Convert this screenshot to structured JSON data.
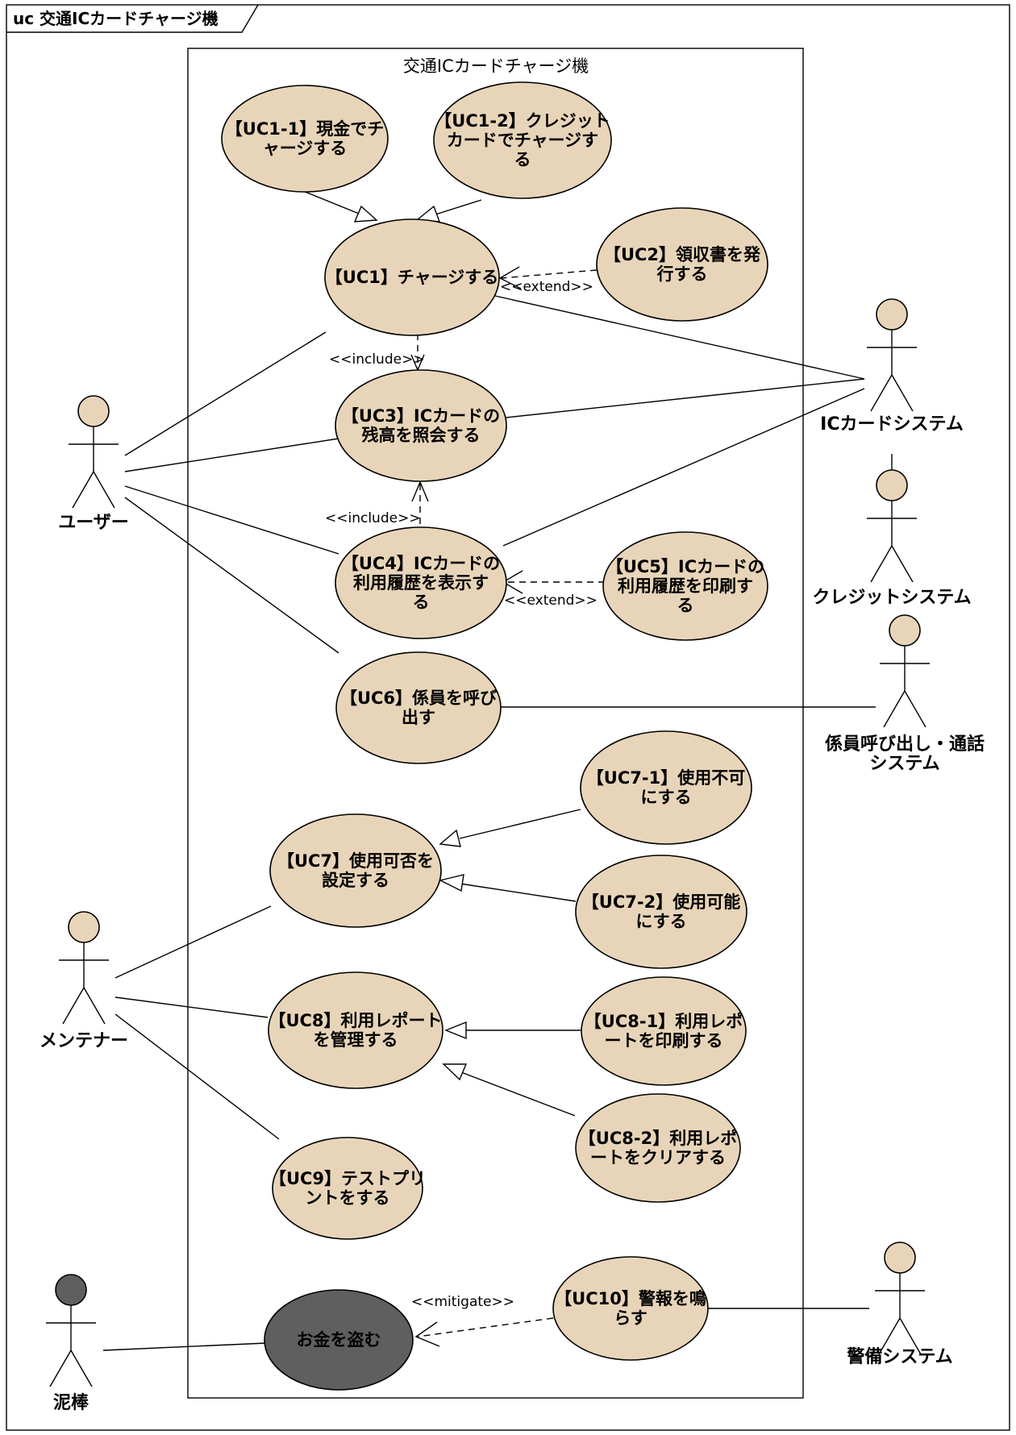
{
  "frame": {
    "title": "uc 交通ICカードチャージ機"
  },
  "system": {
    "title": "交通ICカードチャージ機"
  },
  "use_cases": {
    "uc1_1": [
      "【UC1-1】現金でチ",
      "ャージする"
    ],
    "uc1_2": [
      "【UC1-2】クレジット",
      "カードでチャージす",
      "る"
    ],
    "uc1": [
      "【UC1】チャージする"
    ],
    "uc2": [
      "【UC2】領収書を発",
      "行する"
    ],
    "uc3": [
      "【UC3】ICカードの",
      "残高を照会する"
    ],
    "uc4": [
      "【UC4】ICカードの",
      "利用履歴を表示す",
      "る"
    ],
    "uc5": [
      "【UC5】ICカードの",
      "利用履歴を印刷す",
      "る"
    ],
    "uc6": [
      "【UC6】係員を呼び",
      "出す"
    ],
    "uc7_1": [
      "【UC7-1】使用不可",
      "にする"
    ],
    "uc7": [
      "【UC7】使用可否を",
      "設定する"
    ],
    "uc7_2": [
      "【UC7-2】使用可能",
      "にする"
    ],
    "uc8": [
      "【UC8】利用レポート",
      "を管理する"
    ],
    "uc8_1": [
      "【UC8-1】利用レポ",
      "ートを印刷する"
    ],
    "uc8_2": [
      "【UC8-2】利用レポ",
      "ートをクリアする"
    ],
    "uc9": [
      "【UC9】テストプリ",
      "ントをする"
    ],
    "uc10": [
      "【UC10】警報を鳴",
      "らす"
    ],
    "misuse": [
      "お金を盗む"
    ]
  },
  "actors": {
    "user": "ユーザー",
    "ic_system": "ICカードシステム",
    "credit_system": "クレジットシステム",
    "staff_call": [
      "係員呼び出し・通話",
      "システム"
    ],
    "maintainer": "メンテナー",
    "thief": "泥棒",
    "security": "警備システム"
  },
  "stereotypes": {
    "extend": "<<extend>>",
    "include": "<<include>>",
    "mitigate": "<<mitigate>>"
  },
  "colors": {
    "usecase_fill": "#e8d5b9",
    "misuse_fill": "#5f5f5f",
    "line": "#000000"
  }
}
